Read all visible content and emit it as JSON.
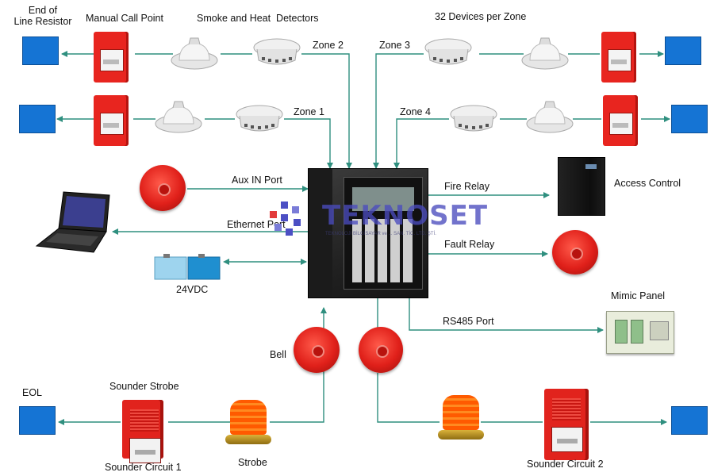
{
  "labels": {
    "end_of_line": "End of\nLine Resistor",
    "manual_call_point": "Manual Call Point",
    "smoke_heat_detectors": "Smoke and Heat  Detectors",
    "devices_per_zone": "32 Devices per Zone",
    "zone2": "Zone 2",
    "zone3": "Zone 3",
    "zone1": "Zone 1",
    "zone4": "Zone 4",
    "aux_in_port": "Aux IN Port",
    "ethernet_port": "Ethernet Port",
    "fire_relay": "Fire Relay",
    "access_control": "Access Control",
    "fault_relay": "Fault Relay",
    "vdc": "24VDC",
    "mimic_panel": "Mimic Panel",
    "rs485_port": "RS485 Port",
    "bell": "Bell",
    "eol": "EOL",
    "sounder_strobe": "Sounder Strobe",
    "sounder_circuit_1": "Sounder Circuit 1",
    "strobe": "Strobe",
    "sounder_circuit_2": "Sounder Circuit 2"
  },
  "watermark": {
    "brand": "TEKNOSET",
    "subtitle": "TEKNOLOJİ BİLGİSAYAR ve ... SAN. TİC. LTD. ŞTİ."
  },
  "colors": {
    "wire": "#2f8f7f",
    "eol_box": "#1574d4",
    "device_red": "#e8251f"
  }
}
